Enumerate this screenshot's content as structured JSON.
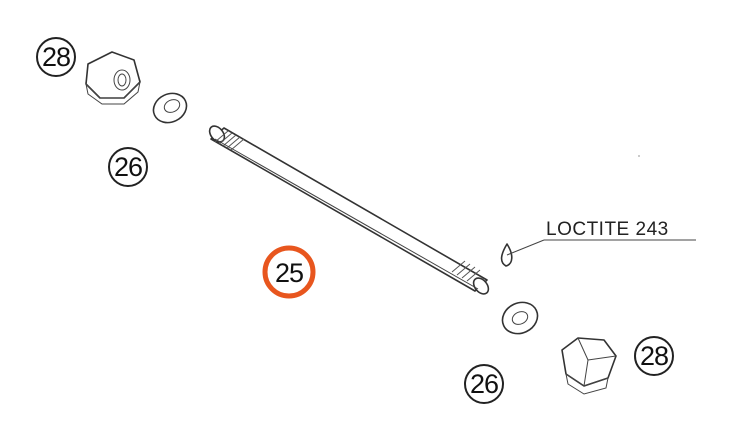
{
  "callouts": {
    "nut_top": "28",
    "washer_top": "26",
    "axle": "25",
    "washer_bottom": "26",
    "nut_bottom": "28"
  },
  "note": {
    "loctite": "LOCTITE 243"
  },
  "colors": {
    "highlight": "#e8561e",
    "line": "#333333"
  }
}
